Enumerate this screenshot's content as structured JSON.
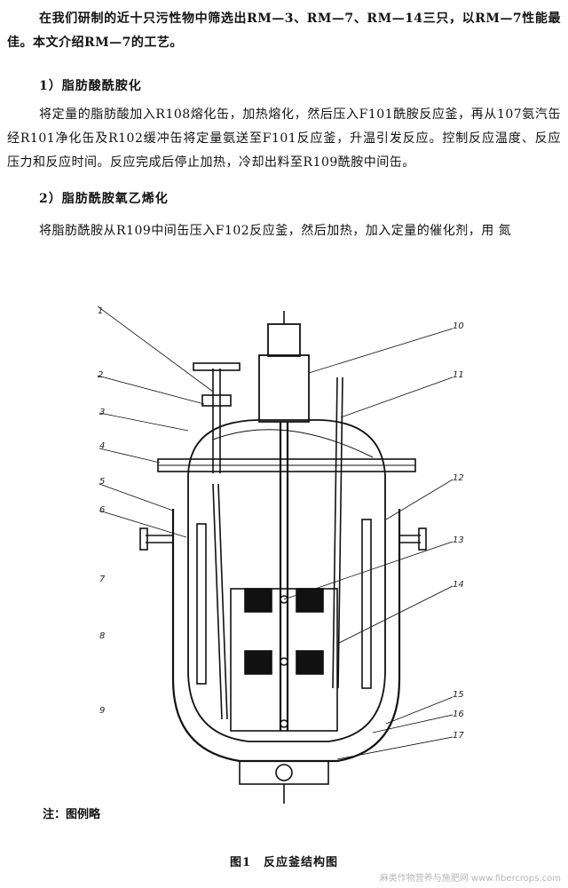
{
  "paragraphs": {
    "intro": "在我们研制的近十只污性物中筛选出RM—3、RM—7、RM—14三只，以RM—7性能最佳。本文介绍RM—7的工艺。",
    "section1_heading": "1）脂肪酸酰胺化",
    "section1_body": "将定量的脂肪酸加入R108熔化缶，加热熔化，然后压入F101酰胺反应釜，再从107氨汽缶经R101净化缶及R102缓冲缶将定量氨送至F101反应釜，升温引发反应。控制反应温度、反应压力和反应时间。反应完成后停止加热，冷却出料至R109酰胺中间缶。",
    "section2_heading": "2）脂肪酰胺氧乙烯化",
    "section2_body": "将脂肪酰胺从R109中间缶压入F102反应釜，然后加热，加入定量的催化剂，用 氮"
  },
  "figure": {
    "part_labels": [
      "1",
      "2",
      "3",
      "4",
      "5",
      "6",
      "7",
      "8",
      "9",
      "10",
      "11",
      "12",
      "13",
      "14",
      "15",
      "16",
      "17"
    ],
    "note": "注：图例略",
    "caption": "图1　反应釜结构图"
  },
  "watermark": "麻类作物营养与施肥网 www.fibercrops.com"
}
